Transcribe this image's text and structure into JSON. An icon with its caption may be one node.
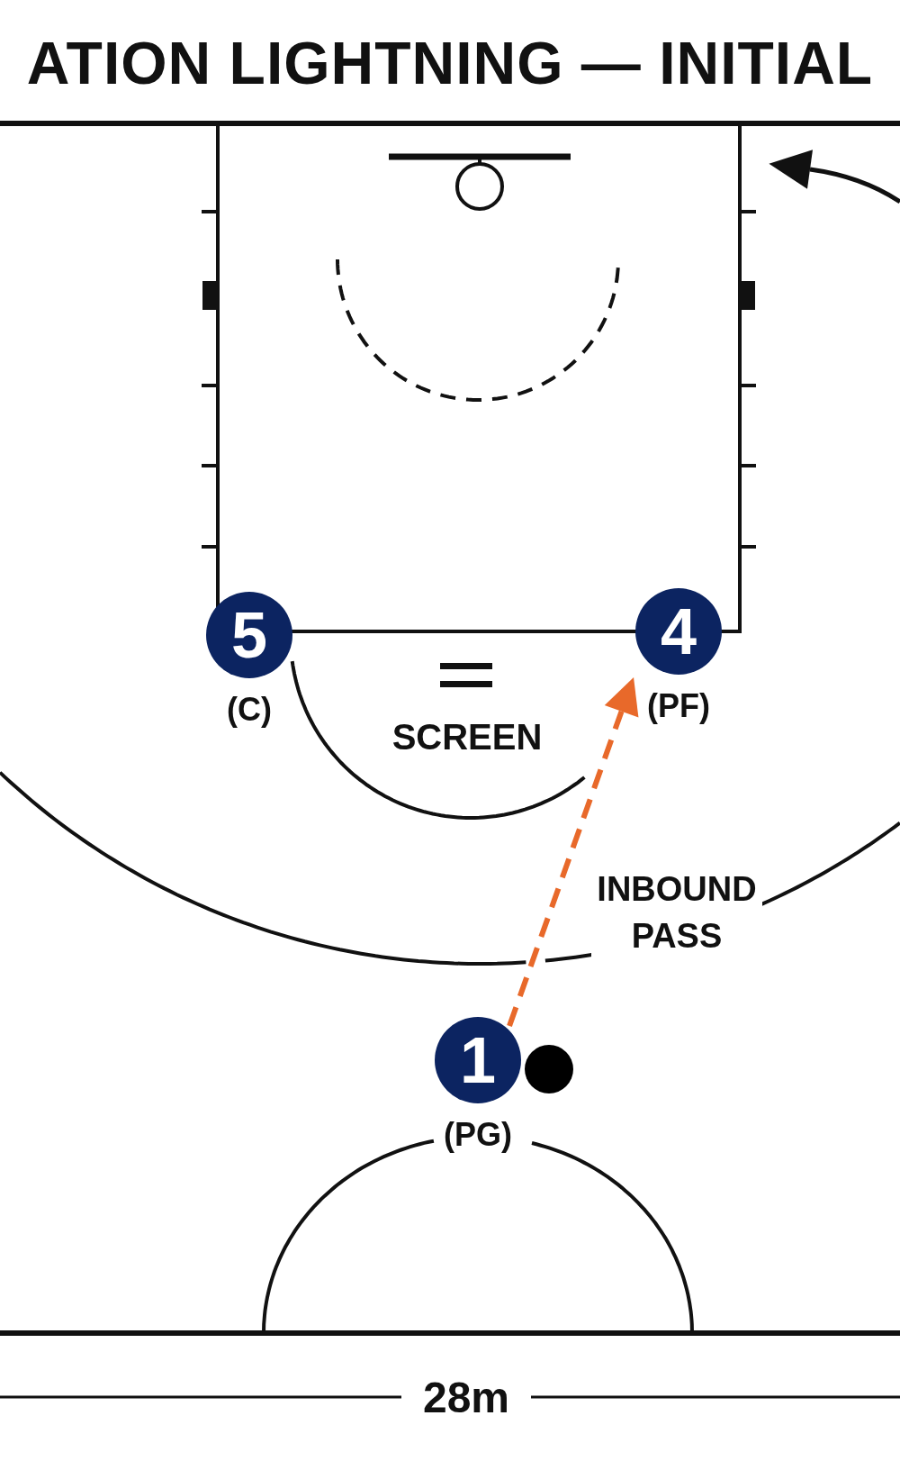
{
  "diagram": {
    "title": "ATION LIGHTNING — INITIAL",
    "nodes": [
      {
        "text": [
          "5"
        ],
        "beside": [
          "(C)"
        ]
      },
      {
        "text": [
          "4"
        ],
        "beside": [
          "(PF)"
        ]
      },
      {
        "text": [
          "1"
        ],
        "beside": [
          "(PG)"
        ]
      }
    ],
    "edges": [
      {
        "from": 2,
        "to": 1,
        "arrow": "to",
        "label": "INBOUND PASS",
        "style": "dashed",
        "color": "#e8692a"
      }
    ],
    "labels": [
      "SCREEN",
      "28m"
    ]
  }
}
